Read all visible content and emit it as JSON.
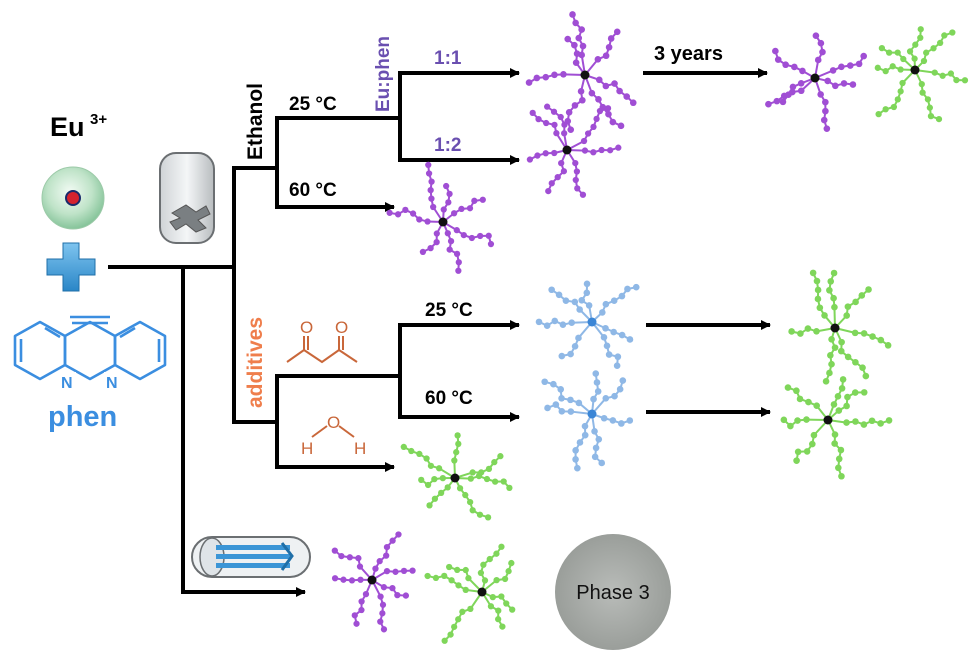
{
  "labels": {
    "eu_base": "Eu",
    "eu_charge": "3+",
    "phen": "phen",
    "ethanol": "Ethanol",
    "additives": "additives",
    "eu_phen": "Eu:phen",
    "ratio_1_1": "1:1",
    "ratio_1_2": "1:2",
    "temp_25_ethanol": "25 °C",
    "temp_60_ethanol": "60 °C",
    "temp_25_additive": "25 °C",
    "temp_60_additive": "60 °C",
    "three_years": "3 years",
    "phase3": "Phase 3",
    "phen_n_left": "N",
    "phen_n_right": "N",
    "acac_o_left": "O",
    "acac_o_right": "O",
    "water_o": "O",
    "water_h_left": "H",
    "water_h_right": "H"
  },
  "colors": {
    "eu_label": "#e8212c",
    "phen": "#3b8ee0",
    "eu_phen": "#6a4fb0",
    "additives": "#ef7e4c",
    "reagent_lines": "#c9673a",
    "purple_structure": "#a04ed4",
    "blue_structure": "#8fb8e6",
    "green_structure": "#7fd65a",
    "phase3": "#a5a8a5"
  }
}
